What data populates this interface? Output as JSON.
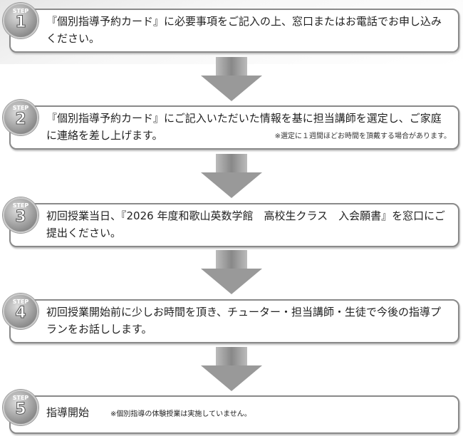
{
  "steps": [
    {
      "label": "STEP",
      "num": "1",
      "text": "『個別指導予約カード』に必要事項をご記入の上、窓口またはお電話でお申し込みください。"
    },
    {
      "label": "STEP",
      "num": "2",
      "text": "『個別指導予約カード』にご記入いただいた情報を基に担当講師を選定し、ご家庭に連絡を差し上げます。",
      "note": "※選定に１週間ほどお時間を頂戴する場合があります。"
    },
    {
      "label": "STEP",
      "num": "3",
      "text": "初回授業当日、『2026 年度和歌山英数学館　高校生クラス　入会願書』を窓口にご提出ください。"
    },
    {
      "label": "STEP",
      "num": "4",
      "text": "初回授業開始前に少しお時間を頂き、チューター・担当講師・生徒で今後の指導プランをお話しします。"
    },
    {
      "label": "STEP",
      "num": "5",
      "text": "指導開始",
      "note": "※個別指導の体験授業は実施していません。"
    }
  ]
}
